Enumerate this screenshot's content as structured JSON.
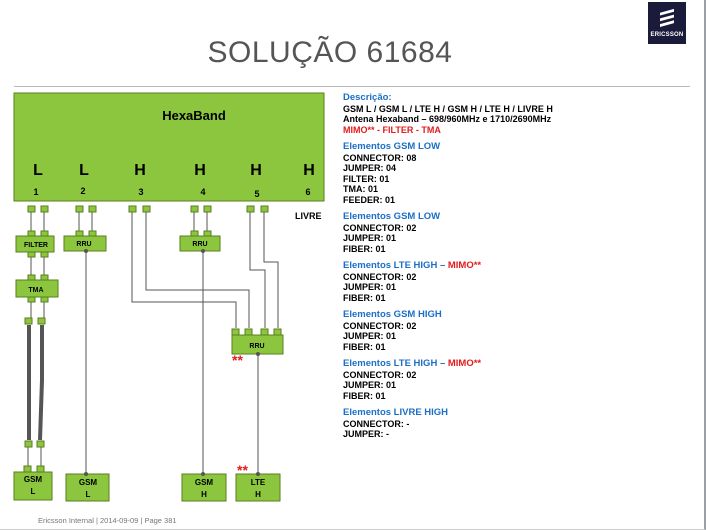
{
  "title": "SOLUÇÃO 61684",
  "logo": {
    "text": "ERICSSON"
  },
  "diagram": {
    "main_box": "HexaBand",
    "ports": [
      {
        "letter": "L",
        "num": "1"
      },
      {
        "letter": "L",
        "num": "2"
      },
      {
        "letter": "H",
        "num": "3"
      },
      {
        "letter": "H",
        "num": "4"
      },
      {
        "letter": "H",
        "num": "5"
      },
      {
        "letter": "H",
        "num": "6"
      }
    ],
    "livre": "LIVRE",
    "filter": "FILTER",
    "tma": "TMA",
    "rru1": "RRU",
    "rru2": "RRU",
    "rru3": "RRU",
    "bottom": [
      {
        "l1": "GSM",
        "l2": "L"
      },
      {
        "l1": "GSM",
        "l2": "L"
      },
      {
        "l1": "GSM",
        "l2": "H"
      },
      {
        "l1": "LTE",
        "l2": "H"
      }
    ],
    "stars": "**"
  },
  "info": {
    "descricao_hdr": "Descrição:",
    "descricao_line1": "GSM L / GSM L / LTE H / GSM H / LTE H / LIVRE H",
    "descricao_line2": "Antena Hexaband – 698/960MHz  e  1710/2690MHz",
    "descricao_line3": "MIMO** - FILTER - TMA",
    "sections": [
      {
        "hdr": "Elementos GSM LOW",
        "hdr_red": "",
        "lines": [
          "CONNECTOR: 08",
          "JUMPER: 04",
          "FILTER: 01",
          "TMA: 01",
          "FEEDER: 01"
        ]
      },
      {
        "hdr": "Elementos GSM LOW",
        "hdr_red": "",
        "lines": [
          "CONNECTOR: 02",
          "JUMPER: 01",
          "FIBER: 01"
        ]
      },
      {
        "hdr": "Elementos LTE HIGH – ",
        "hdr_red": "MIMO**",
        "lines": [
          "CONNECTOR: 02",
          "JUMPER: 01",
          "FIBER: 01"
        ]
      },
      {
        "hdr": "Elementos GSM HIGH",
        "hdr_red": "",
        "lines": [
          "CONNECTOR: 02",
          "JUMPER: 01",
          "FIBER: 01"
        ]
      },
      {
        "hdr": "Elementos LTE HIGH – ",
        "hdr_red": "MIMO**",
        "lines": [
          "CONNECTOR: 02",
          "JUMPER: 01",
          "FIBER: 01"
        ]
      },
      {
        "hdr": "Elementos LIVRE HIGH",
        "hdr_red": "",
        "lines": [
          "CONNECTOR: -",
          "JUMPER: -"
        ]
      }
    ]
  },
  "footer": "Ericsson Internal  |  2014-09-09  |  Page 381",
  "colors": {
    "green": "#8cc63f",
    "green_dark": "#5b7d1e",
    "blue": "#1b6fc6",
    "red": "#e21b1b"
  }
}
